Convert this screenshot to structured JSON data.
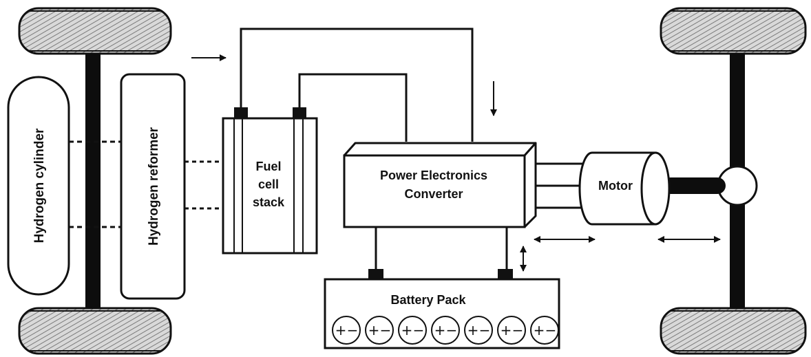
{
  "labels": {
    "hydrogen_cylinder": "Hydrogen cylinder",
    "hydrogen_reformer": "Hydrogen reformer",
    "fuel_cell_line1": "Fuel",
    "fuel_cell_line2": "cell",
    "fuel_cell_line3": "stack",
    "pec_line1": "Power Electronics",
    "pec_line2": "Converter",
    "motor": "Motor",
    "battery": "Battery Pack"
  },
  "cells": [
    {
      "plus": "+",
      "minus": "−"
    },
    {
      "plus": "+",
      "minus": "−"
    },
    {
      "plus": "+",
      "minus": "−"
    },
    {
      "plus": "+",
      "minus": "−"
    },
    {
      "plus": "+",
      "minus": "−"
    },
    {
      "plus": "+",
      "minus": "−"
    },
    {
      "plus": "+",
      "minus": "−"
    }
  ],
  "colors": {
    "line": "#111111",
    "axle": "#0d0d0d",
    "tire_fill": "#d6d6d6",
    "background": "#ffffff"
  },
  "icons": {
    "wheel": "wheel-icon",
    "arrow": "arrow-icon",
    "double_arrow": "double-arrow-icon"
  }
}
